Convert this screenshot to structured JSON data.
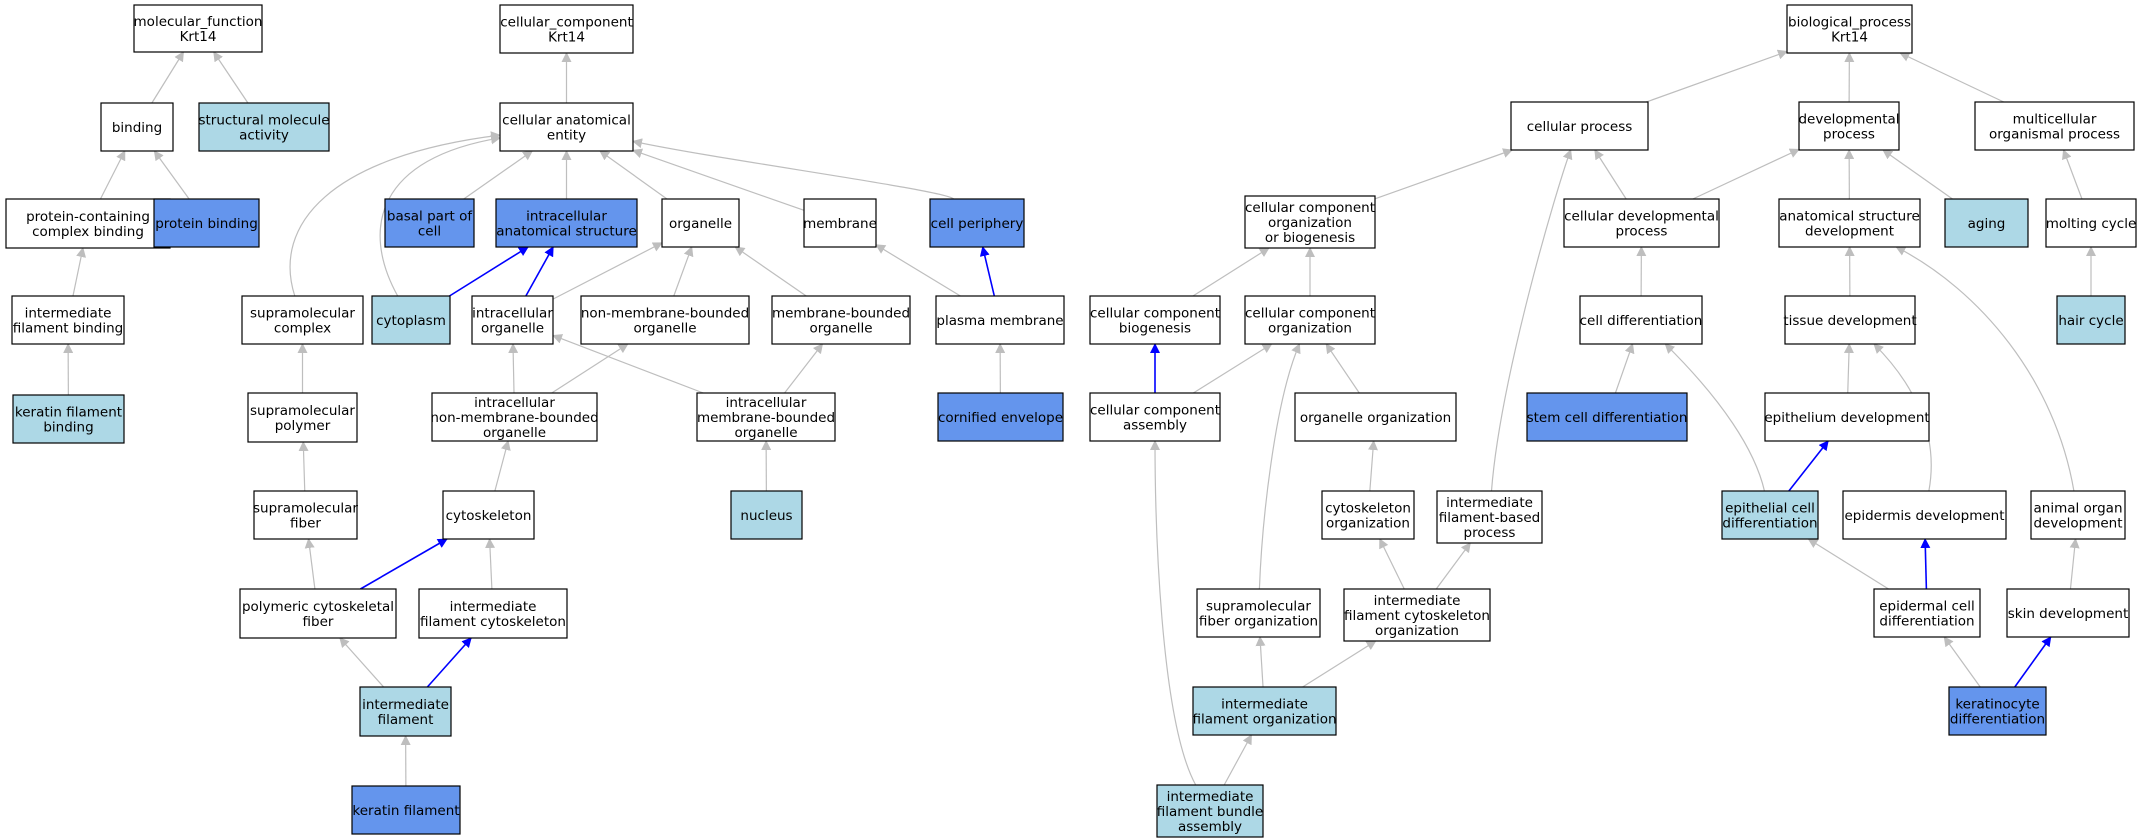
{
  "graph": {
    "colors": {
      "node_border": "#000000",
      "node_default": "#ffffff",
      "node_light": "#add8e6",
      "node_dark": "#6495ed",
      "edge_default": "#bebebe",
      "edge_highlight": "#0000ff"
    },
    "nodes": [
      {
        "id": "mf",
        "lines": [
          "molecular_function",
          "Krt14"
        ],
        "fill": "white"
      },
      {
        "id": "binding",
        "lines": [
          "binding"
        ],
        "fill": "white"
      },
      {
        "id": "sma",
        "lines": [
          "structural molecule",
          "activity"
        ],
        "fill": "light"
      },
      {
        "id": "pcb",
        "lines": [
          "protein-containing",
          "complex binding"
        ],
        "fill": "white"
      },
      {
        "id": "pb",
        "lines": [
          "protein binding"
        ],
        "fill": "dark"
      },
      {
        "id": "ifb",
        "lines": [
          "intermediate",
          "filament binding"
        ],
        "fill": "white"
      },
      {
        "id": "kfb",
        "lines": [
          "keratin filament",
          "binding"
        ],
        "fill": "light"
      },
      {
        "id": "cc",
        "lines": [
          "cellular_component",
          "Krt14"
        ],
        "fill": "white"
      },
      {
        "id": "cae",
        "lines": [
          "cellular anatomical",
          "entity"
        ],
        "fill": "white"
      },
      {
        "id": "bpc",
        "lines": [
          "basal part of",
          "cell"
        ],
        "fill": "dark"
      },
      {
        "id": "ias",
        "lines": [
          "intracellular",
          "anatomical structure"
        ],
        "fill": "dark"
      },
      {
        "id": "organelle",
        "lines": [
          "organelle"
        ],
        "fill": "white"
      },
      {
        "id": "membrane",
        "lines": [
          "membrane"
        ],
        "fill": "white"
      },
      {
        "id": "cper",
        "lines": [
          "cell periphery"
        ],
        "fill": "dark"
      },
      {
        "id": "smc",
        "lines": [
          "supramolecular",
          "complex"
        ],
        "fill": "white"
      },
      {
        "id": "cyto",
        "lines": [
          "cytoplasm"
        ],
        "fill": "light"
      },
      {
        "id": "io",
        "lines": [
          "intracellular",
          "organelle"
        ],
        "fill": "white"
      },
      {
        "id": "nmbo",
        "lines": [
          "non-membrane-bounded",
          "organelle"
        ],
        "fill": "white"
      },
      {
        "id": "mbo",
        "lines": [
          "membrane-bounded",
          "organelle"
        ],
        "fill": "white"
      },
      {
        "id": "pm",
        "lines": [
          "plasma membrane"
        ],
        "fill": "white"
      },
      {
        "id": "smp",
        "lines": [
          "supramolecular",
          "polymer"
        ],
        "fill": "white"
      },
      {
        "id": "inmbo",
        "lines": [
          "intracellular",
          "non-membrane-bounded",
          "organelle"
        ],
        "fill": "white"
      },
      {
        "id": "imbo",
        "lines": [
          "intracellular",
          "membrane-bounded",
          "organelle"
        ],
        "fill": "white"
      },
      {
        "id": "ce",
        "lines": [
          "cornified envelope"
        ],
        "fill": "dark"
      },
      {
        "id": "smf",
        "lines": [
          "supramolecular",
          "fiber"
        ],
        "fill": "white"
      },
      {
        "id": "csk",
        "lines": [
          "cytoskeleton"
        ],
        "fill": "white"
      },
      {
        "id": "nucleus",
        "lines": [
          "nucleus"
        ],
        "fill": "light"
      },
      {
        "id": "pcf",
        "lines": [
          "polymeric cytoskeletal",
          "fiber"
        ],
        "fill": "white"
      },
      {
        "id": "ifc",
        "lines": [
          "intermediate",
          "filament cytoskeleton"
        ],
        "fill": "white"
      },
      {
        "id": "if",
        "lines": [
          "intermediate",
          "filament"
        ],
        "fill": "light"
      },
      {
        "id": "kf",
        "lines": [
          "keratin filament"
        ],
        "fill": "dark"
      },
      {
        "id": "bp",
        "lines": [
          "biological_process",
          "Krt14"
        ],
        "fill": "white"
      },
      {
        "id": "cp",
        "lines": [
          "cellular process"
        ],
        "fill": "white"
      },
      {
        "id": "dp",
        "lines": [
          "developmental",
          "process"
        ],
        "fill": "white"
      },
      {
        "id": "mop",
        "lines": [
          "multicellular",
          "organismal process"
        ],
        "fill": "white"
      },
      {
        "id": "ccob",
        "lines": [
          "cellular component",
          "organization",
          "or biogenesis"
        ],
        "fill": "white"
      },
      {
        "id": "cdp",
        "lines": [
          "cellular developmental",
          "process"
        ],
        "fill": "white"
      },
      {
        "id": "asd",
        "lines": [
          "anatomical structure",
          "development"
        ],
        "fill": "white"
      },
      {
        "id": "aging",
        "lines": [
          "aging"
        ],
        "fill": "light"
      },
      {
        "id": "molt",
        "lines": [
          "molting cycle"
        ],
        "fill": "white"
      },
      {
        "id": "ccb",
        "lines": [
          "cellular component",
          "biogenesis"
        ],
        "fill": "white"
      },
      {
        "id": "cco",
        "lines": [
          "cellular component",
          "organization"
        ],
        "fill": "white"
      },
      {
        "id": "cd",
        "lines": [
          "cell differentiation"
        ],
        "fill": "white"
      },
      {
        "id": "td",
        "lines": [
          "tissue development"
        ],
        "fill": "white"
      },
      {
        "id": "hc",
        "lines": [
          "hair cycle"
        ],
        "fill": "light"
      },
      {
        "id": "cca",
        "lines": [
          "cellular component",
          "assembly"
        ],
        "fill": "white"
      },
      {
        "id": "oo",
        "lines": [
          "organelle organization"
        ],
        "fill": "white"
      },
      {
        "id": "scd",
        "lines": [
          "stem cell differentiation"
        ],
        "fill": "dark"
      },
      {
        "id": "ed",
        "lines": [
          "epithelium development"
        ],
        "fill": "white"
      },
      {
        "id": "cskorg",
        "lines": [
          "cytoskeleton",
          "organization"
        ],
        "fill": "white"
      },
      {
        "id": "ifbp",
        "lines": [
          "intermediate",
          "filament-based",
          "process"
        ],
        "fill": "white"
      },
      {
        "id": "ecd",
        "lines": [
          "epithelial cell",
          "differentiation"
        ],
        "fill": "light"
      },
      {
        "id": "epd",
        "lines": [
          "epidermis development"
        ],
        "fill": "white"
      },
      {
        "id": "aod",
        "lines": [
          "animal organ",
          "development"
        ],
        "fill": "white"
      },
      {
        "id": "sfo",
        "lines": [
          "supramolecular",
          "fiber organization"
        ],
        "fill": "white"
      },
      {
        "id": "ifco",
        "lines": [
          "intermediate",
          "filament cytoskeleton",
          "organization"
        ],
        "fill": "white"
      },
      {
        "id": "epcd",
        "lines": [
          "epidermal cell",
          "differentiation"
        ],
        "fill": "white"
      },
      {
        "id": "sd",
        "lines": [
          "skin development"
        ],
        "fill": "white"
      },
      {
        "id": "ifo",
        "lines": [
          "intermediate",
          "filament organization"
        ],
        "fill": "light"
      },
      {
        "id": "kd",
        "lines": [
          "keratinocyte",
          "differentiation"
        ],
        "fill": "dark"
      },
      {
        "id": "ifba",
        "lines": [
          "intermediate",
          "filament bundle",
          "assembly"
        ],
        "fill": "light"
      }
    ],
    "edges": [
      {
        "from": "binding",
        "to": "mf",
        "hl": false
      },
      {
        "from": "sma",
        "to": "mf",
        "hl": false
      },
      {
        "from": "pcb",
        "to": "binding",
        "hl": false
      },
      {
        "from": "pb",
        "to": "binding",
        "hl": false
      },
      {
        "from": "ifb",
        "to": "pcb",
        "hl": false
      },
      {
        "from": "kfb",
        "to": "ifb",
        "hl": false
      },
      {
        "from": "cae",
        "to": "cc",
        "hl": false
      },
      {
        "from": "bpc",
        "to": "cae",
        "hl": false
      },
      {
        "from": "ias",
        "to": "cae",
        "hl": false
      },
      {
        "from": "organelle",
        "to": "cae",
        "hl": false
      },
      {
        "from": "membrane",
        "to": "cae",
        "hl": false
      },
      {
        "from": "cper",
        "to": "cae",
        "hl": false
      },
      {
        "from": "smc",
        "to": "cae",
        "hl": false
      },
      {
        "from": "cyto",
        "to": "cae",
        "hl": false
      },
      {
        "from": "cyto",
        "to": "ias",
        "hl": true
      },
      {
        "from": "io",
        "to": "ias",
        "hl": true
      },
      {
        "from": "io",
        "to": "organelle",
        "hl": false
      },
      {
        "from": "nmbo",
        "to": "organelle",
        "hl": false
      },
      {
        "from": "mbo",
        "to": "organelle",
        "hl": false
      },
      {
        "from": "pm",
        "to": "membrane",
        "hl": false
      },
      {
        "from": "pm",
        "to": "cper",
        "hl": true
      },
      {
        "from": "smp",
        "to": "smc",
        "hl": false
      },
      {
        "from": "inmbo",
        "to": "io",
        "hl": false
      },
      {
        "from": "inmbo",
        "to": "nmbo",
        "hl": false
      },
      {
        "from": "imbo",
        "to": "io",
        "hl": false
      },
      {
        "from": "imbo",
        "to": "mbo",
        "hl": false
      },
      {
        "from": "ce",
        "to": "pm",
        "hl": false
      },
      {
        "from": "smf",
        "to": "smp",
        "hl": false
      },
      {
        "from": "csk",
        "to": "inmbo",
        "hl": false
      },
      {
        "from": "nucleus",
        "to": "imbo",
        "hl": false
      },
      {
        "from": "pcf",
        "to": "smf",
        "hl": false
      },
      {
        "from": "pcf",
        "to": "csk",
        "hl": true
      },
      {
        "from": "ifc",
        "to": "csk",
        "hl": false
      },
      {
        "from": "if",
        "to": "pcf",
        "hl": false
      },
      {
        "from": "if",
        "to": "ifc",
        "hl": true
      },
      {
        "from": "kf",
        "to": "if",
        "hl": false
      },
      {
        "from": "cp",
        "to": "bp",
        "hl": false
      },
      {
        "from": "dp",
        "to": "bp",
        "hl": false
      },
      {
        "from": "mop",
        "to": "bp",
        "hl": false
      },
      {
        "from": "ccob",
        "to": "cp",
        "hl": false
      },
      {
        "from": "cdp",
        "to": "cp",
        "hl": false
      },
      {
        "from": "cdp",
        "to": "dp",
        "hl": false
      },
      {
        "from": "asd",
        "to": "dp",
        "hl": false
      },
      {
        "from": "aging",
        "to": "dp",
        "hl": false
      },
      {
        "from": "molt",
        "to": "mop",
        "hl": false
      },
      {
        "from": "ccb",
        "to": "ccob",
        "hl": false
      },
      {
        "from": "cco",
        "to": "ccob",
        "hl": false
      },
      {
        "from": "cd",
        "to": "cdp",
        "hl": false
      },
      {
        "from": "td",
        "to": "asd",
        "hl": false
      },
      {
        "from": "aod",
        "to": "asd",
        "hl": false
      },
      {
        "from": "hc",
        "to": "molt",
        "hl": false
      },
      {
        "from": "cca",
        "to": "ccb",
        "hl": true
      },
      {
        "from": "cca",
        "to": "cco",
        "hl": false
      },
      {
        "from": "oo",
        "to": "cco",
        "hl": false
      },
      {
        "from": "sfo",
        "to": "cco",
        "hl": false
      },
      {
        "from": "scd",
        "to": "cd",
        "hl": false
      },
      {
        "from": "ecd",
        "to": "cd",
        "hl": false
      },
      {
        "from": "ed",
        "to": "td",
        "hl": false
      },
      {
        "from": "epd",
        "to": "td",
        "hl": false
      },
      {
        "from": "ecd",
        "to": "ed",
        "hl": true
      },
      {
        "from": "cskorg",
        "to": "oo",
        "hl": false
      },
      {
        "from": "ifbp",
        "to": "cp",
        "hl": false
      },
      {
        "from": "ifco",
        "to": "cskorg",
        "hl": false
      },
      {
        "from": "ifco",
        "to": "ifbp",
        "hl": false
      },
      {
        "from": "epcd",
        "to": "ecd",
        "hl": false
      },
      {
        "from": "epcd",
        "to": "epd",
        "hl": true
      },
      {
        "from": "sd",
        "to": "aod",
        "hl": false
      },
      {
        "from": "ifo",
        "to": "sfo",
        "hl": false
      },
      {
        "from": "ifo",
        "to": "ifco",
        "hl": false
      },
      {
        "from": "kd",
        "to": "epcd",
        "hl": false
      },
      {
        "from": "kd",
        "to": "sd",
        "hl": true
      },
      {
        "from": "ifba",
        "to": "ifo",
        "hl": false
      },
      {
        "from": "ifba",
        "to": "cca",
        "hl": false
      }
    ]
  }
}
